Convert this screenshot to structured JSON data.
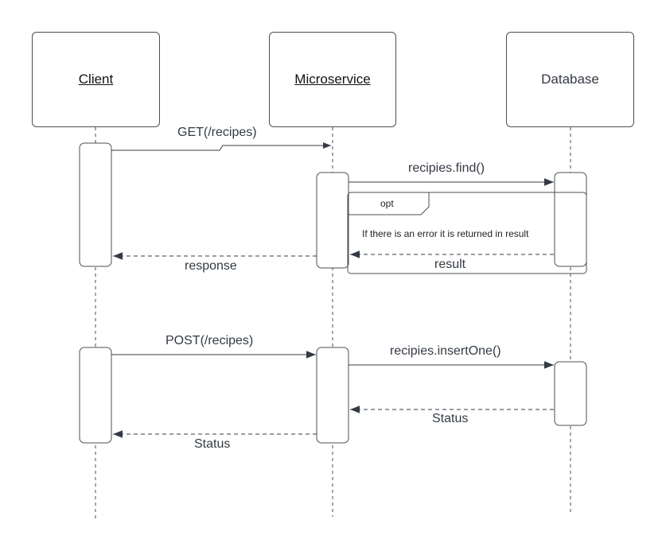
{
  "participants": {
    "client": "Client",
    "microservice": "Microservice",
    "database": "Database"
  },
  "messages": {
    "get": "GET(/recipes)",
    "find": "recipies.find()",
    "result": "result",
    "response": "response",
    "post": "POST(/recipes)",
    "insert_one": "recipies.insertOne()",
    "status_db": "Status",
    "status_client": "Status"
  },
  "fragment": {
    "operator": "opt",
    "guard": "If there is an error it is returned in result"
  },
  "colors": {
    "line": "#4a4f57",
    "arrow": "#353b45"
  }
}
